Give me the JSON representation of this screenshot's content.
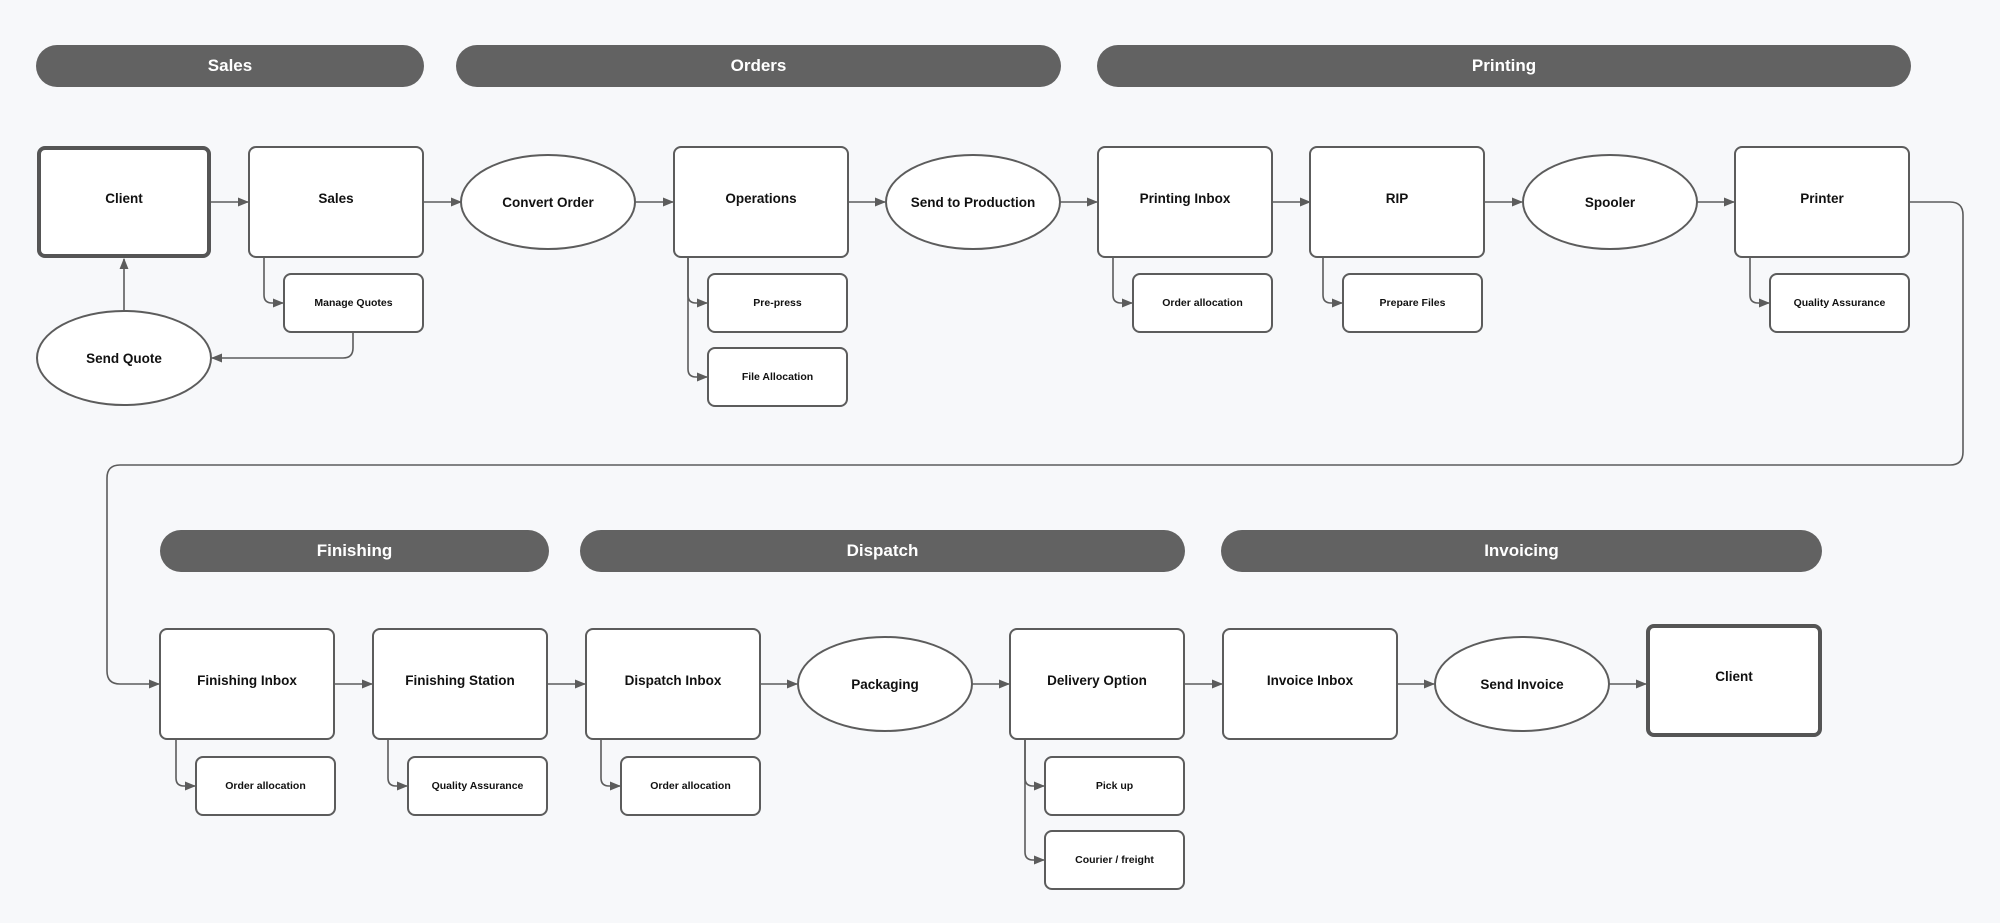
{
  "headers": {
    "sales": "Sales",
    "orders": "Orders",
    "printing": "Printing",
    "finishing": "Finishing",
    "dispatch": "Dispatch",
    "invoicing": "Invoicing"
  },
  "nodes": {
    "client_start": "Client",
    "sales": "Sales",
    "manage_quotes": "Manage Quotes",
    "send_quote": "Send Quote",
    "convert_order": "Convert Order",
    "operations": "Operations",
    "pre_press": "Pre-press",
    "file_allocation": "File Allocation",
    "send_to_production": "Send to Production",
    "printing_inbox": "Printing Inbox",
    "printing_order_allocation": "Order allocation",
    "rip": "RIP",
    "prepare_files": "Prepare Files",
    "spooler": "Spooler",
    "printer": "Printer",
    "printer_quality_assurance": "Quality Assurance",
    "finishing_inbox": "Finishing Inbox",
    "finishing_order_allocation": "Order allocation",
    "finishing_station": "Finishing Station",
    "finishing_quality_assurance": "Quality Assurance",
    "dispatch_inbox": "Dispatch Inbox",
    "dispatch_order_allocation": "Order allocation",
    "packaging": "Packaging",
    "delivery_option": "Delivery Option",
    "pick_up": "Pick up",
    "courier_freight": "Courier / freight",
    "invoice_inbox": "Invoice Inbox",
    "send_invoice": "Send Invoice",
    "client_end": "Client"
  },
  "colors": {
    "background": "#f7f8fa",
    "header_fill": "#626262",
    "header_text": "#ffffff",
    "node_border": "#5c5c5c",
    "connector": "#5c5c5c"
  }
}
